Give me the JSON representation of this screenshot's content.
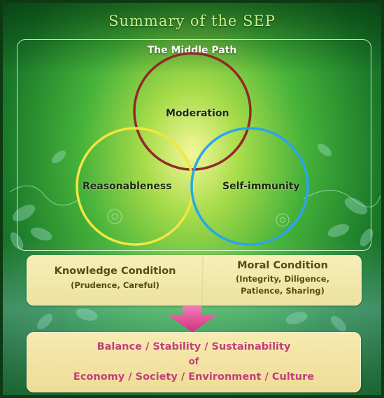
{
  "title": "Summary of the SEP",
  "diagram": {
    "heading": "The Middle Path",
    "circles": [
      {
        "label": "Moderation",
        "color": "#8f2a2a"
      },
      {
        "label": "Reasonableness",
        "color": "#f2e640"
      },
      {
        "label": "Self-immunity",
        "color": "#2aa6e8"
      }
    ]
  },
  "conditions": {
    "knowledge": {
      "heading": "Knowledge Condition",
      "detail": "(Prudence, Careful)"
    },
    "moral": {
      "heading": "Moral Condition",
      "detail_line1": "(Integrity, Diligence,",
      "detail_line2": "Patience, Sharing)"
    }
  },
  "outcome": {
    "line1": "Balance / Stability / Sustainability",
    "line2": "of",
    "line3": "Economy / Society / Environment / Culture"
  },
  "colors": {
    "arrow": "#e0408c",
    "outcome_text": "#c0407a",
    "condition_text": "#5a4a12"
  }
}
